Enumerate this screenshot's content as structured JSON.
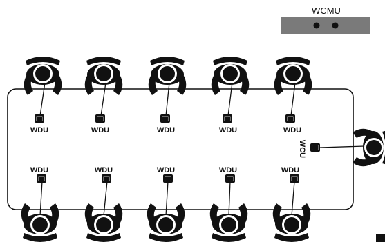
{
  "wcmu": {
    "label": "WCMU",
    "unit_color": "#7a7a7a"
  },
  "table": {
    "outline_color": "#111111"
  },
  "participants": {
    "top_row_labels": [
      "WDU",
      "WDU",
      "WDU",
      "WDU",
      "WDU"
    ],
    "bottom_row_labels": [
      "WDU",
      "WDU",
      "WDU",
      "WDU",
      "WDU"
    ],
    "chair_label": "WCU"
  },
  "icons": {
    "seat": "person-seated-icon",
    "device": "microphone-unit-icon"
  }
}
